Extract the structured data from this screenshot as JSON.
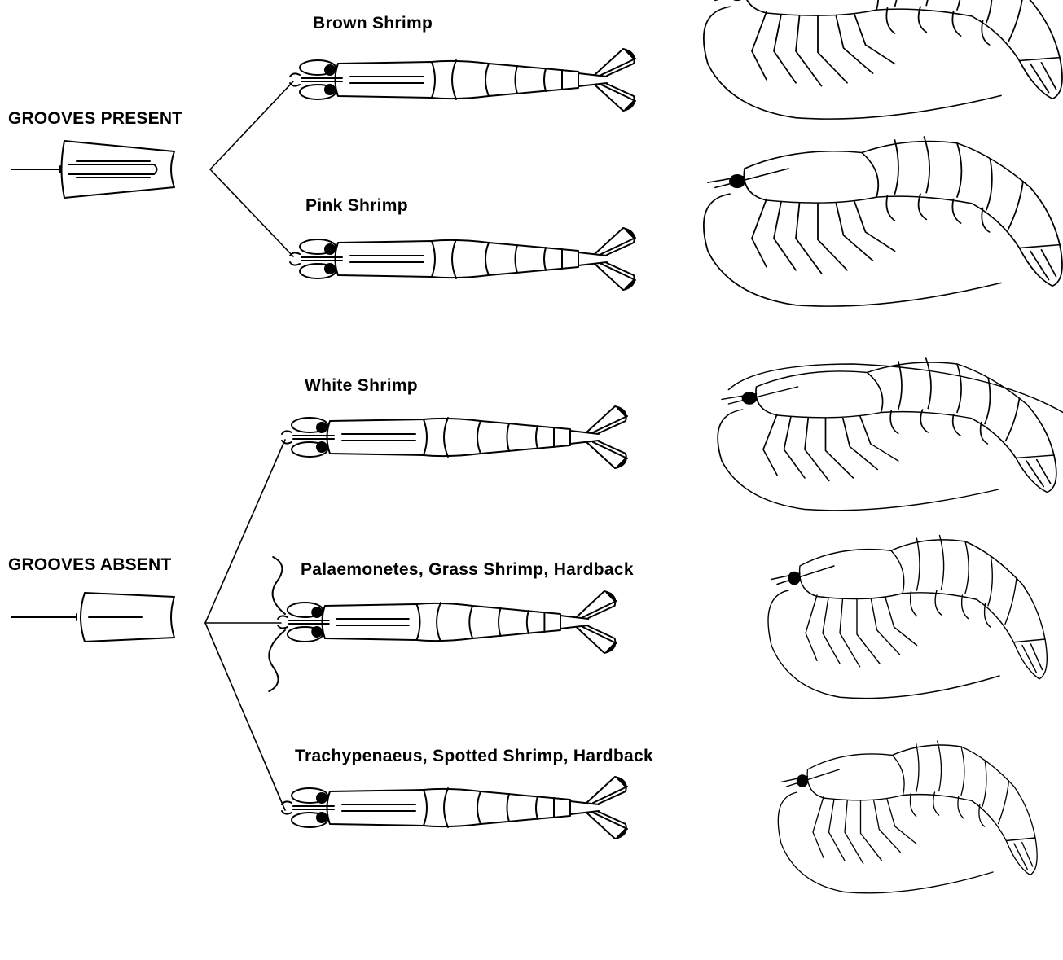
{
  "groups": {
    "present": {
      "label": "GROOVES PRESENT"
    },
    "absent": {
      "label": "GROOVES ABSENT"
    }
  },
  "species": [
    {
      "name": "Brown Shrimp"
    },
    {
      "name": "Pink Shrimp"
    },
    {
      "name": "White Shrimp"
    },
    {
      "name": "Palaemonetes, Grass Shrimp, Hardback"
    },
    {
      "name": "Trachypenaeus, Spotted Shrimp, Hardback"
    }
  ],
  "colors": {
    "ink": "#000000",
    "paper": "#ffffff"
  }
}
